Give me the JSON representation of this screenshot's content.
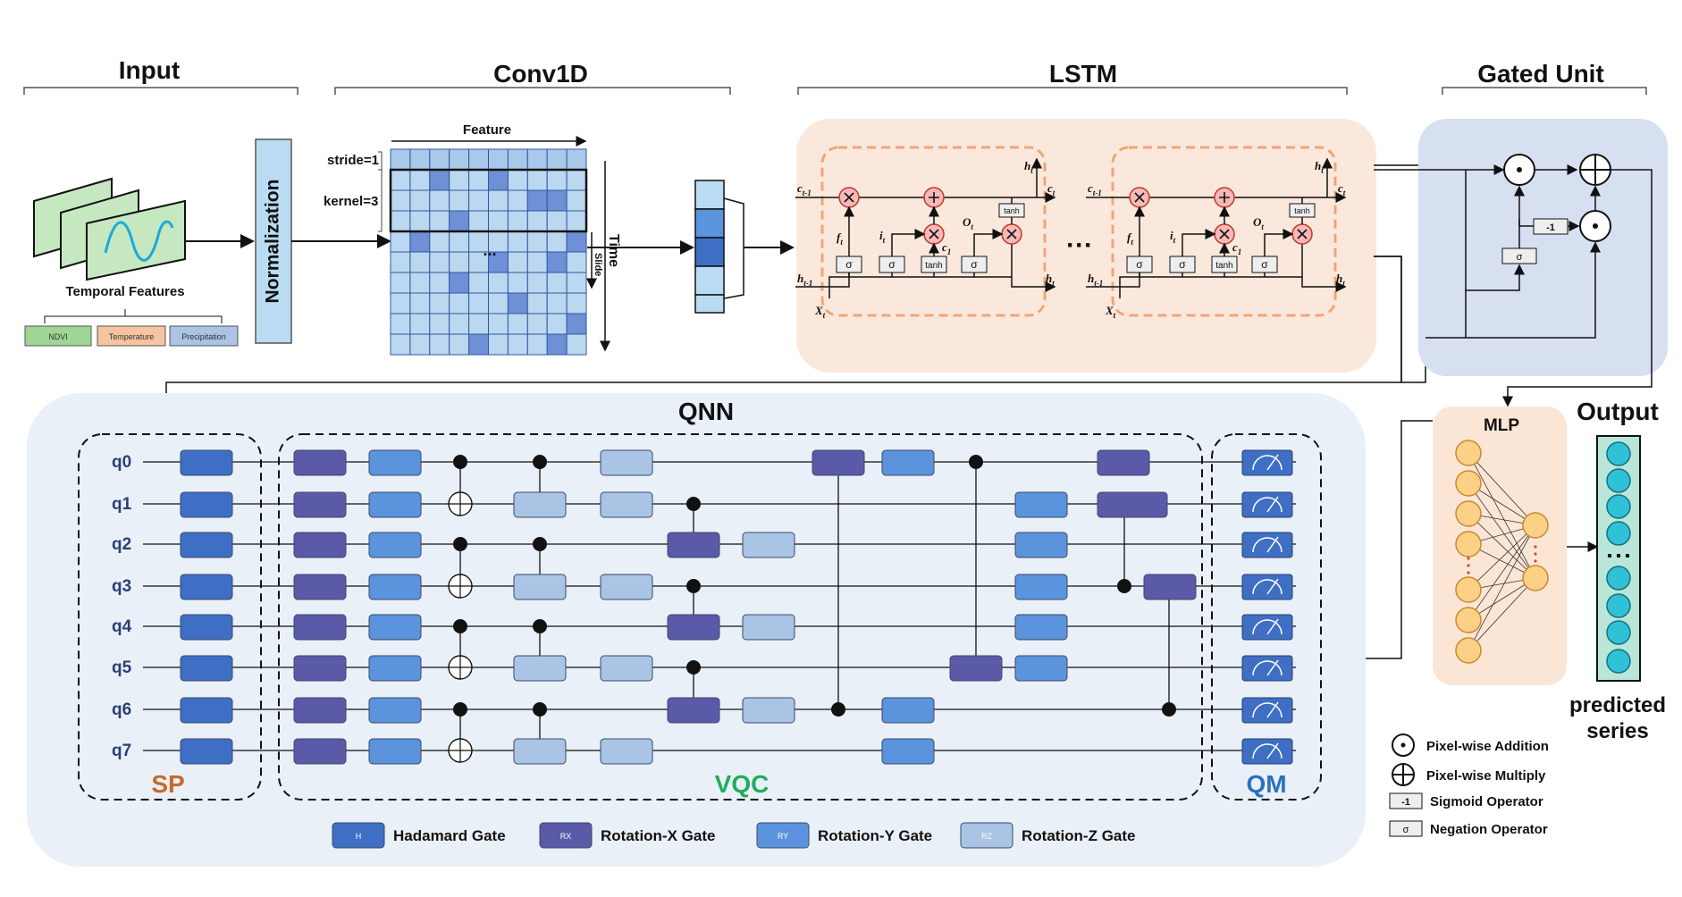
{
  "sections": {
    "input": "Input",
    "conv1d": "Conv1D",
    "lstm": "LSTM",
    "gated": "Gated Unit",
    "qnn": "QNN",
    "output": "Output"
  },
  "input": {
    "temporal_features": "Temporal Features",
    "tags": [
      "NDVI",
      "Temperature",
      "Precipitation"
    ],
    "normalization": "Normalization"
  },
  "conv": {
    "feature": "Feature",
    "stride": "stride=1",
    "kernel": "kernel=3",
    "time": "Time",
    "slide": "Slide",
    "dots": "..."
  },
  "lstm": {
    "c_prev": "c",
    "c_prev_sub": "t-1",
    "c_t": "c",
    "c_t_sub": "t",
    "h_prev": "h",
    "h_prev_sub": "t-1",
    "h_t": "h",
    "h_t_sub": "t",
    "x_t": "X",
    "x_t_sub": "t",
    "f_t": "f",
    "i_t": "i",
    "c1": "c",
    "o_t": "O",
    "sigma": "σ",
    "tanh": "tanh",
    "ellipsis": "···"
  },
  "gated": {
    "minus_one": "-1",
    "sigma": "σ"
  },
  "mlp": {
    "title": "MLP"
  },
  "output": {
    "label_line1": "predicted",
    "label_line2": "series"
  },
  "qnn": {
    "qubits": [
      "q0",
      "q1",
      "q2",
      "q3",
      "q4",
      "q5",
      "q6",
      "q7"
    ],
    "sp": "SP",
    "vqc": "VQC",
    "qm": "QM"
  },
  "legend_gates": [
    {
      "code": "H",
      "label": "Hadamard Gate",
      "color": "#3e6fc4"
    },
    {
      "code": "RX",
      "label": "Rotation-X Gate",
      "color": "#5a5aa8"
    },
    {
      "code": "RY",
      "label": "Rotation-Y Gate",
      "color": "#5b93dc"
    },
    {
      "code": "RZ",
      "label": "Rotation-Z Gate",
      "color": "#a9c4e4"
    }
  ],
  "legend_ops": [
    {
      "label": "Pixel-wise Addition"
    },
    {
      "label": "Pixel-wise Multiply"
    },
    {
      "code": "-1",
      "label": "Sigmoid Operator"
    },
    {
      "code": "σ",
      "label": "Negation Operator"
    }
  ],
  "colors": {
    "h": "#3e6fc4",
    "rx": "#5a5aa8",
    "ry": "#5b93dc",
    "rz": "#a9c4e4",
    "qnn_bg": "#eaf0f8",
    "lstm_bg": "#fbe8dc",
    "gated_bg": "#d6e0f0",
    "mlp_bg": "#fbe6d6",
    "sp_text": "#c56a2c",
    "vqc_text": "#1fae5b",
    "qm_text": "#2c70c0"
  }
}
